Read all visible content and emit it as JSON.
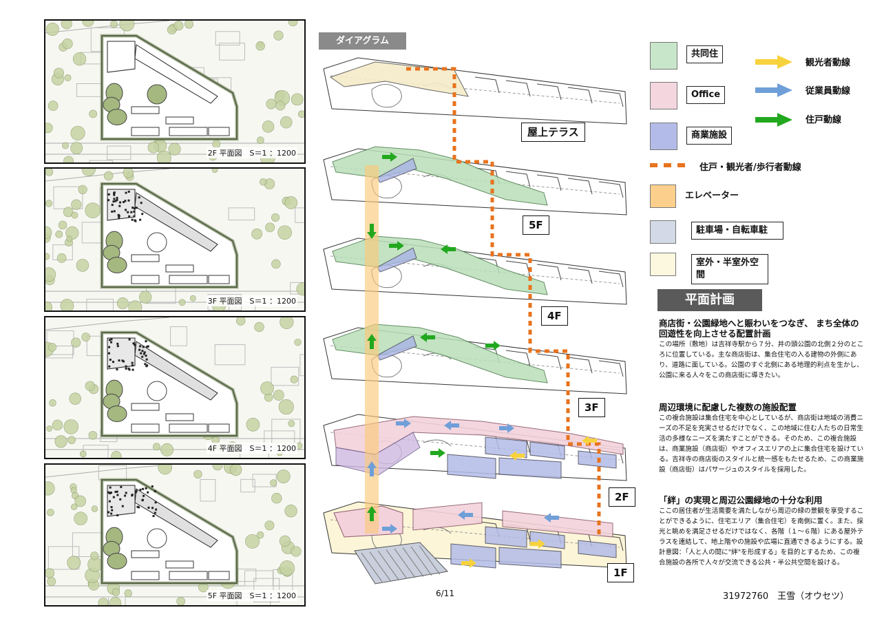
{
  "plans": [
    {
      "label": "2F 平面図　S＝1 ：1200"
    },
    {
      "label": "3F 平面図　S＝1 ：1200"
    },
    {
      "label": "4F 平面図　S＝1 ：1200"
    },
    {
      "label": "5F 平面図　S＝1 ：1200"
    }
  ],
  "diagram": {
    "title": "ダイアグラム",
    "floors": [
      {
        "label": "屋上テラス"
      },
      {
        "label": "5F"
      },
      {
        "label": "4F"
      },
      {
        "label": "3F"
      },
      {
        "label": "2F"
      },
      {
        "label": "1F"
      }
    ]
  },
  "legend": {
    "areas": [
      {
        "label": "共同住",
        "color": "#c8e6c9"
      },
      {
        "label": "Office",
        "color": "#f3d6de"
      },
      {
        "label": "商業施設",
        "color": "#b3bce8"
      }
    ],
    "arrows": [
      {
        "label": "観光者動線",
        "color": "#f7d23c"
      },
      {
        "label": "従業員動線",
        "color": "#6f9fd8"
      },
      {
        "label": "住戸動線",
        "color": "#22a81e"
      }
    ],
    "dashed": {
      "label": "住戸・観光者/歩行者動線",
      "color": "#e8731e"
    },
    "elevator": {
      "label": "エレベーター",
      "color": "#fcd08c"
    },
    "parking": {
      "label": "駐車場・自転車駐",
      "color": "#d3d9e6"
    },
    "outdoor": {
      "label": "室外・半室外空間",
      "color": "#fcf8e0"
    }
  },
  "plan_text": {
    "heading": "平面計画",
    "sections": [
      {
        "title": "商店街・公園緑地へと賑わいをつなぎ、 まち全体の回遊性を向上させる配置計画",
        "body": "この場所（敷地）は吉祥寺駅から７分、井の頭公園の北側２分のところに位置している。主な商店街は、集合住宅の入る建物の外側にあり、道路に面している。公園のすぐ北側にある地理的利点を生かし、公園に来る人々をこの商店街に導きたい。"
      },
      {
        "title": "周辺環境に配慮した複数の施設配置",
        "body": "この複合施設は集合住宅を中心としているが、商店街は地域の消費ニーズの不足を充実させるだけでなく、この地域に住む人たちの日常生活の多様なニーズを満たすことができる。そのため、この複合施設は、商業施設（商店街）やオフィスエリアの上に集合住宅を設けている。吉祥寺の商店街のスタイルと統一感をもたせるため、この商業施設（商店街）はパサージュのスタイルを採用した。"
      },
      {
        "title": "「絆」の実現と周辺公園緑地の十分な利用",
        "body": "ここの居住者が生活需要を満たしながら周辺の緑の景観を享受することができるように、住宅エリア（集合住宅）を南側に置く。また、採光と眺めを満足させるだけではなく、各階（１～６階）にある屋外テラスを連結して、地上階やの施設や広場に直通できるようにする。設計意図：「人と人の間に\"絆\"を形成する」を目的とするため、この複合施設の各所で人々が交流できる公共・半公共空間を設ける。"
      }
    ]
  },
  "footer": {
    "page": "6/11",
    "author": "31972760　王雪（オウセツ）"
  }
}
